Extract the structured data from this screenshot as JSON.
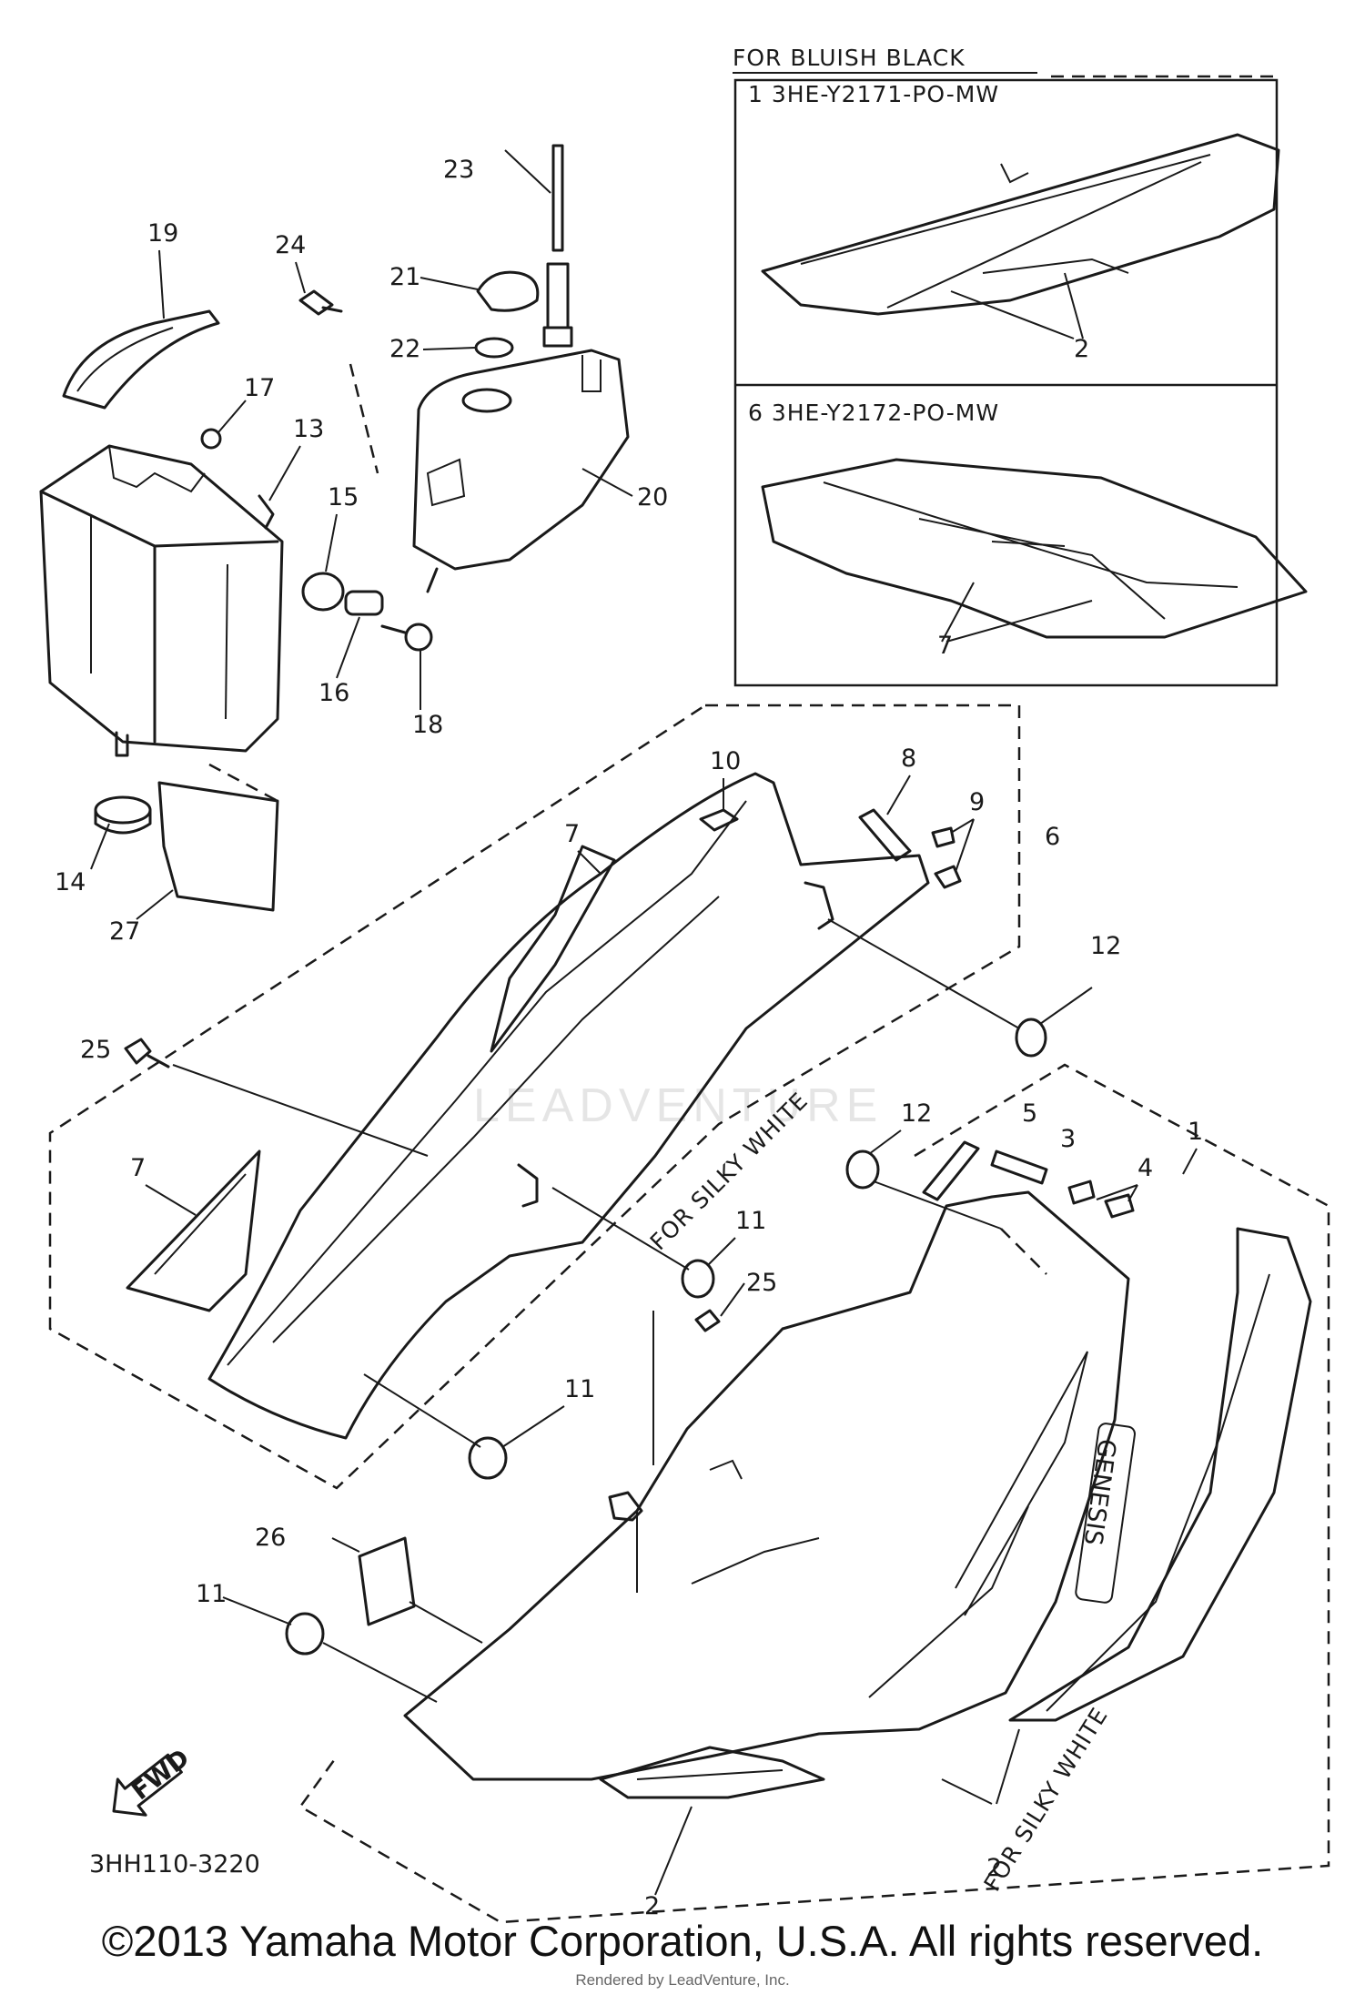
{
  "diagram": {
    "inset_header": "FOR BLUISH BLACK",
    "inset_top_code": "1  3HE-Y2171-PO-MW",
    "inset_bottom_code": "6  3HE-Y2172-PO-MW",
    "silky_white_upper": "FOR SILKY WHITE",
    "silky_white_lower": "FOR SILKY WHITE",
    "fwd_label": "FWD",
    "side_cover_logo": "GENESIS",
    "ref_code": "3HH110-3220",
    "watermark": "LEADVENTURE",
    "part_labels": {
      "p1": "1",
      "p2a": "2",
      "p2b": "2",
      "p2c": "2",
      "p3": "3",
      "p4": "4",
      "p5": "5",
      "p6": "6",
      "p7a": "7",
      "p7b": "7",
      "p7c": "7",
      "p8": "8",
      "p9": "9",
      "p10": "10",
      "p11a": "11",
      "p11b": "11",
      "p11c": "11",
      "p12a": "12",
      "p12b": "12",
      "p13": "13",
      "p14": "14",
      "p15": "15",
      "p16": "16",
      "p17": "17",
      "p18": "18",
      "p19": "19",
      "p20": "20",
      "p21": "21",
      "p22": "22",
      "p23": "23",
      "p24": "24",
      "p25a": "25",
      "p25b": "25",
      "p26": "26",
      "p27": "27"
    }
  },
  "footer": {
    "copyright": "©2013 Yamaha Motor Corporation, U.S.A. All rights reserved.",
    "rendered_by": "Rendered by LeadVenture, Inc."
  }
}
